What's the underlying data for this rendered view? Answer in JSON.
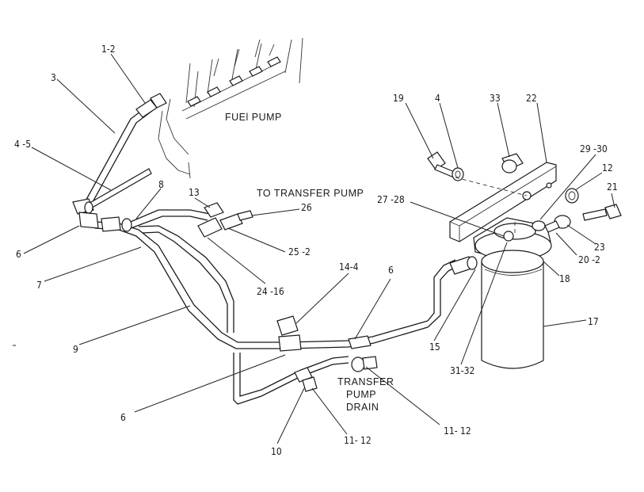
{
  "captions": {
    "fuel_pump": "FUEl PUMP",
    "to_transfer_pump": "TO TRANSFER PUMP",
    "transfer_pump_drain": [
      "TRANSFER",
      "PUMP",
      "DRAIN"
    ]
  },
  "callouts": {
    "c1_2": "1-2",
    "c3": "3",
    "c4_5": "4 -5",
    "c6_left": "6",
    "c7": "7",
    "c8": "8",
    "c13": "13",
    "c26": "26",
    "c25_2": "25 -2",
    "c24_16": "24 -16",
    "c9": "9",
    "c14_4": "14-4",
    "c6_mid": "6",
    "c6_bottom": "6",
    "c10": "10",
    "c11_12_left": "11- 12",
    "c11_12_right": "11- 12",
    "c15": "15",
    "c31_32": "31-32",
    "c19": "19",
    "c4": "4",
    "c33": "33",
    "c22": "22",
    "c29_30": "29 -30",
    "c12": "12",
    "c21": "21",
    "c27_28": "27 -28",
    "c23": "23",
    "c20_2": "20 -2",
    "c18": "18",
    "c17": "17"
  }
}
